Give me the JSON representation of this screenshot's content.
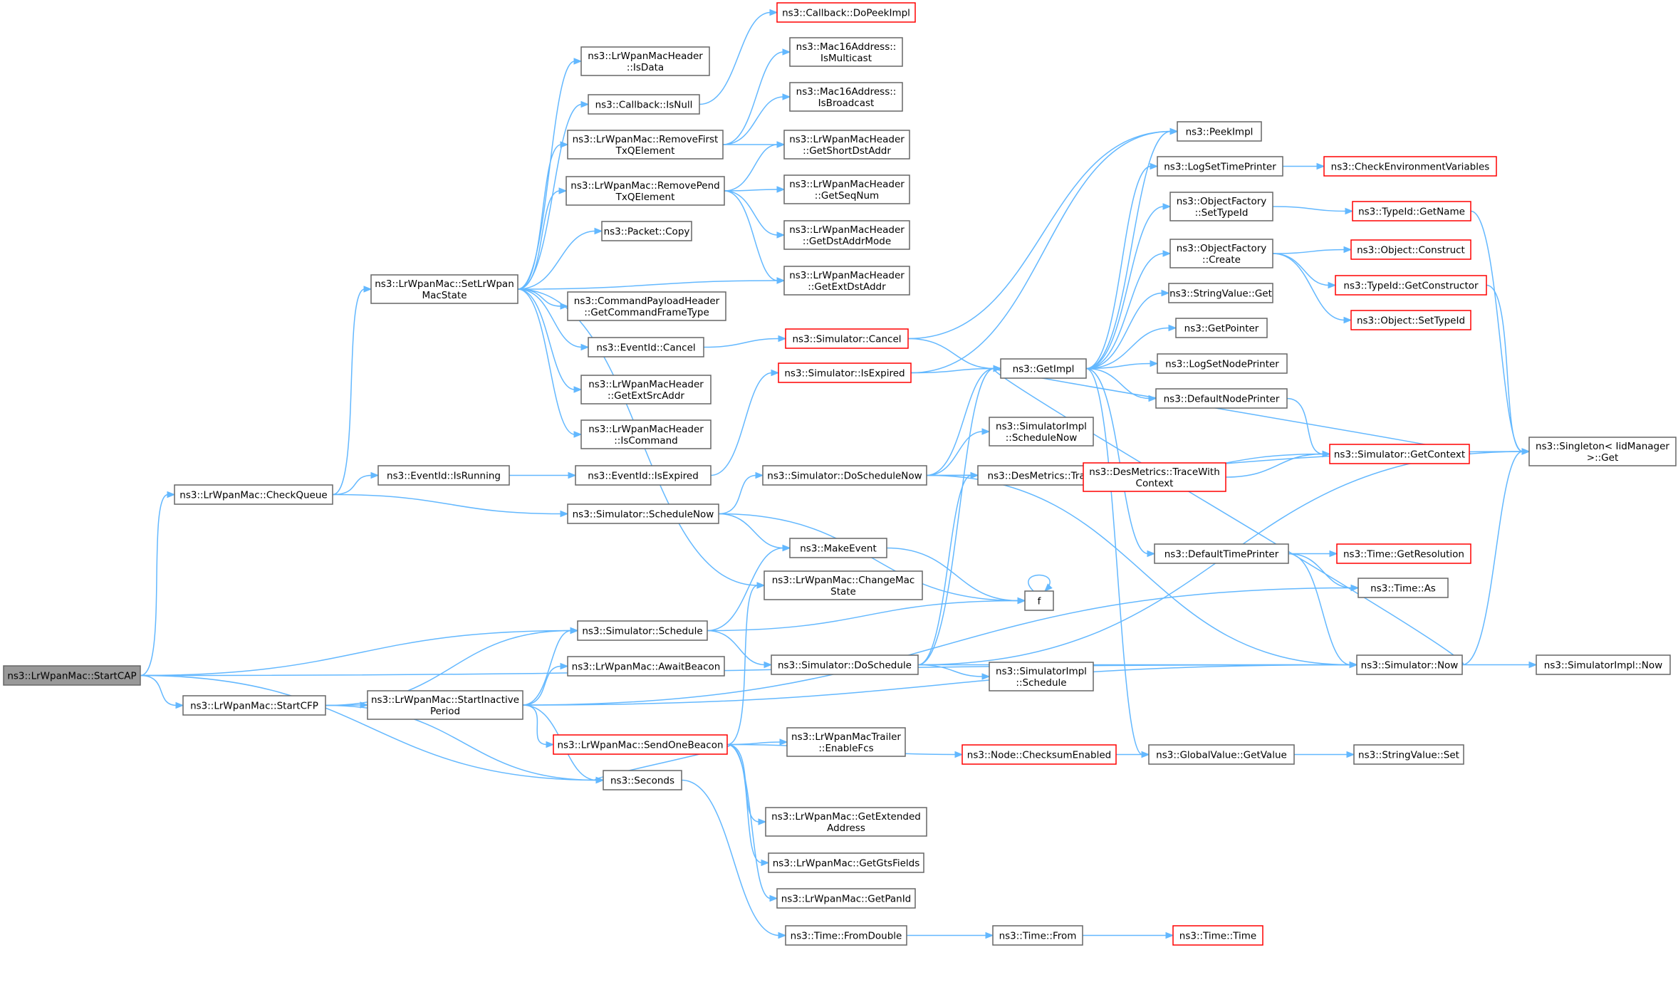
{
  "colors": {
    "edge": "#63b8ff",
    "border": "#666666",
    "border_red": "#ff0000",
    "root_fill": "#999999"
  },
  "nodes": [
    {
      "id": "startcap",
      "lines": [
        "ns3::LrWpanMac::StartCAP"
      ],
      "red": false,
      "root": true
    },
    {
      "id": "checkqueue",
      "lines": [
        "ns3::LrWpanMac::CheckQueue"
      ],
      "red": false
    },
    {
      "id": "startcfp",
      "lines": [
        "ns3::LrWpanMac::StartCFP"
      ],
      "red": false
    },
    {
      "id": "setstate",
      "lines": [
        "ns3::LrWpanMac::SetLrWpan",
        "MacState"
      ],
      "red": false
    },
    {
      "id": "isdata",
      "lines": [
        "ns3::LrWpanMacHeader",
        "::IsData"
      ],
      "red": false
    },
    {
      "id": "isnull",
      "lines": [
        "ns3::Callback::IsNull"
      ],
      "red": false
    },
    {
      "id": "removefirst",
      "lines": [
        "ns3::LrWpanMac::RemoveFirst",
        "TxQElement"
      ],
      "red": false
    },
    {
      "id": "removepend",
      "lines": [
        "ns3::LrWpanMac::RemovePend",
        "TxQElement"
      ],
      "red": false
    },
    {
      "id": "packetcopy",
      "lines": [
        "ns3::Packet::Copy"
      ],
      "red": false
    },
    {
      "id": "getcmdframe",
      "lines": [
        "ns3::CommandPayloadHeader",
        "::GetCommandFrameType"
      ],
      "red": false
    },
    {
      "id": "eventcancel",
      "lines": [
        "ns3::EventId::Cancel"
      ],
      "red": false
    },
    {
      "id": "getextsrc",
      "lines": [
        "ns3::LrWpanMacHeader",
        "::GetExtSrcAddr"
      ],
      "red": false
    },
    {
      "id": "iscommand",
      "lines": [
        "ns3::LrWpanMacHeader",
        "::IsCommand"
      ],
      "red": false
    },
    {
      "id": "isrunning",
      "lines": [
        "ns3::EventId::IsRunning"
      ],
      "red": false
    },
    {
      "id": "isexpired_ev",
      "lines": [
        "ns3::EventId::IsExpired"
      ],
      "red": false
    },
    {
      "id": "schednow",
      "lines": [
        "ns3::Simulator::ScheduleNow"
      ],
      "red": false
    },
    {
      "id": "schedule",
      "lines": [
        "ns3::Simulator::Schedule"
      ],
      "red": false
    },
    {
      "id": "awaitbeacon",
      "lines": [
        "ns3::LrWpanMac::AwaitBeacon"
      ],
      "red": false
    },
    {
      "id": "startinactive",
      "lines": [
        "ns3::LrWpanMac::StartInactive",
        "Period"
      ],
      "red": false
    },
    {
      "id": "sendonebeacon",
      "lines": [
        "ns3::LrWpanMac::SendOneBeacon"
      ],
      "red": true
    },
    {
      "id": "seconds",
      "lines": [
        "ns3::Seconds"
      ],
      "red": false
    },
    {
      "id": "dopeekimpl",
      "lines": [
        "ns3::Callback::DoPeekImpl"
      ],
      "red": true
    },
    {
      "id": "ismulticast",
      "lines": [
        "ns3::Mac16Address::",
        "IsMulticast"
      ],
      "red": false
    },
    {
      "id": "isbroadcast",
      "lines": [
        "ns3::Mac16Address::",
        "IsBroadcast"
      ],
      "red": false
    },
    {
      "id": "getshortdst",
      "lines": [
        "ns3::LrWpanMacHeader",
        "::GetShortDstAddr"
      ],
      "red": false
    },
    {
      "id": "getseqnum",
      "lines": [
        "ns3::LrWpanMacHeader",
        "::GetSeqNum"
      ],
      "red": false
    },
    {
      "id": "getdstmode",
      "lines": [
        "ns3::LrWpanMacHeader",
        "::GetDstAddrMode"
      ],
      "red": false
    },
    {
      "id": "getextdst",
      "lines": [
        "ns3::LrWpanMacHeader",
        "::GetExtDstAddr"
      ],
      "red": false
    },
    {
      "id": "simcancel",
      "lines": [
        "ns3::Simulator::Cancel"
      ],
      "red": true
    },
    {
      "id": "simisexpired",
      "lines": [
        "ns3::Simulator::IsExpired"
      ],
      "red": true
    },
    {
      "id": "doschednow",
      "lines": [
        "ns3::Simulator::DoScheduleNow"
      ],
      "red": false
    },
    {
      "id": "makeevent",
      "lines": [
        "ns3::MakeEvent"
      ],
      "red": false
    },
    {
      "id": "changemac",
      "lines": [
        "ns3::LrWpanMac::ChangeMac",
        "State"
      ],
      "red": false
    },
    {
      "id": "doschedule",
      "lines": [
        "ns3::Simulator::DoSchedule"
      ],
      "red": false
    },
    {
      "id": "trailerfcs",
      "lines": [
        "ns3::LrWpanMacTrailer",
        "::EnableFcs"
      ],
      "red": false
    },
    {
      "id": "getextaddr",
      "lines": [
        "ns3::LrWpanMac::GetExtended",
        "Address"
      ],
      "red": false
    },
    {
      "id": "getgts",
      "lines": [
        "ns3::LrWpanMac::GetGtsFields"
      ],
      "red": false
    },
    {
      "id": "getpanid",
      "lines": [
        "ns3::LrWpanMac::GetPanId"
      ],
      "red": false
    },
    {
      "id": "fromdouble",
      "lines": [
        "ns3::Time::FromDouble"
      ],
      "red": false
    },
    {
      "id": "getimpl",
      "lines": [
        "ns3::GetImpl"
      ],
      "red": false
    },
    {
      "id": "implschednow",
      "lines": [
        "ns3::SimulatorImpl",
        "::ScheduleNow"
      ],
      "red": false
    },
    {
      "id": "desmtrace",
      "lines": [
        "ns3::DesMetrics::Trace"
      ],
      "red": false
    },
    {
      "id": "f",
      "lines": [
        "f"
      ],
      "red": false
    },
    {
      "id": "implschedule",
      "lines": [
        "ns3::SimulatorImpl",
        "::Schedule"
      ],
      "red": false
    },
    {
      "id": "checksum",
      "lines": [
        "ns3::Node::ChecksumEnabled"
      ],
      "red": true
    },
    {
      "id": "timefrom",
      "lines": [
        "ns3::Time::From"
      ],
      "red": false
    },
    {
      "id": "peekimpl",
      "lines": [
        "ns3::PeekImpl"
      ],
      "red": false
    },
    {
      "id": "logsettime",
      "lines": [
        "ns3::LogSetTimePrinter"
      ],
      "red": false
    },
    {
      "id": "ofsettypeid",
      "lines": [
        "ns3::ObjectFactory",
        "::SetTypeId"
      ],
      "red": false
    },
    {
      "id": "ofcreate",
      "lines": [
        "ns3::ObjectFactory",
        "::Create"
      ],
      "red": false
    },
    {
      "id": "strvalget",
      "lines": [
        "ns3::StringValue::Get"
      ],
      "red": false
    },
    {
      "id": "getpointer",
      "lines": [
        "ns3::GetPointer"
      ],
      "red": false
    },
    {
      "id": "logsetnode",
      "lines": [
        "ns3::LogSetNodePrinter"
      ],
      "red": false
    },
    {
      "id": "defnodeprinter",
      "lines": [
        "ns3::DefaultNodePrinter"
      ],
      "red": false
    },
    {
      "id": "tracewithctx",
      "lines": [
        "ns3::DesMetrics::TraceWith",
        "Context"
      ],
      "red": true
    },
    {
      "id": "deftimeprinter",
      "lines": [
        "ns3::DefaultTimePrinter"
      ],
      "red": false
    },
    {
      "id": "gvgetvalue",
      "lines": [
        "ns3::GlobalValue::GetValue"
      ],
      "red": false
    },
    {
      "id": "timetime",
      "lines": [
        "ns3::Time::Time"
      ],
      "red": true
    },
    {
      "id": "checkenv",
      "lines": [
        "ns3::CheckEnvironmentVariables"
      ],
      "red": true
    },
    {
      "id": "typeidgetname",
      "lines": [
        "ns3::TypeId::GetName"
      ],
      "red": true
    },
    {
      "id": "objconstruct",
      "lines": [
        "ns3::Object::Construct"
      ],
      "red": true
    },
    {
      "id": "typeidgetctor",
      "lines": [
        "ns3::TypeId::GetConstructor"
      ],
      "red": true
    },
    {
      "id": "objsettypeid",
      "lines": [
        "ns3::Object::SetTypeId"
      ],
      "red": true
    },
    {
      "id": "simgetcontext",
      "lines": [
        "ns3::Simulator::GetContext"
      ],
      "red": true
    },
    {
      "id": "getresolution",
      "lines": [
        "ns3::Time::GetResolution"
      ],
      "red": true
    },
    {
      "id": "timeas",
      "lines": [
        "ns3::Time::As"
      ],
      "red": false
    },
    {
      "id": "simnow",
      "lines": [
        "ns3::Simulator::Now"
      ],
      "red": false
    },
    {
      "id": "strvalset",
      "lines": [
        "ns3::StringValue::Set"
      ],
      "red": false
    },
    {
      "id": "singletonget",
      "lines": [
        "ns3::Singleton< IidManager",
        " >::Get"
      ],
      "red": false
    },
    {
      "id": "implnow",
      "lines": [
        "ns3::SimulatorImpl::Now"
      ],
      "red": false
    }
  ]
}
